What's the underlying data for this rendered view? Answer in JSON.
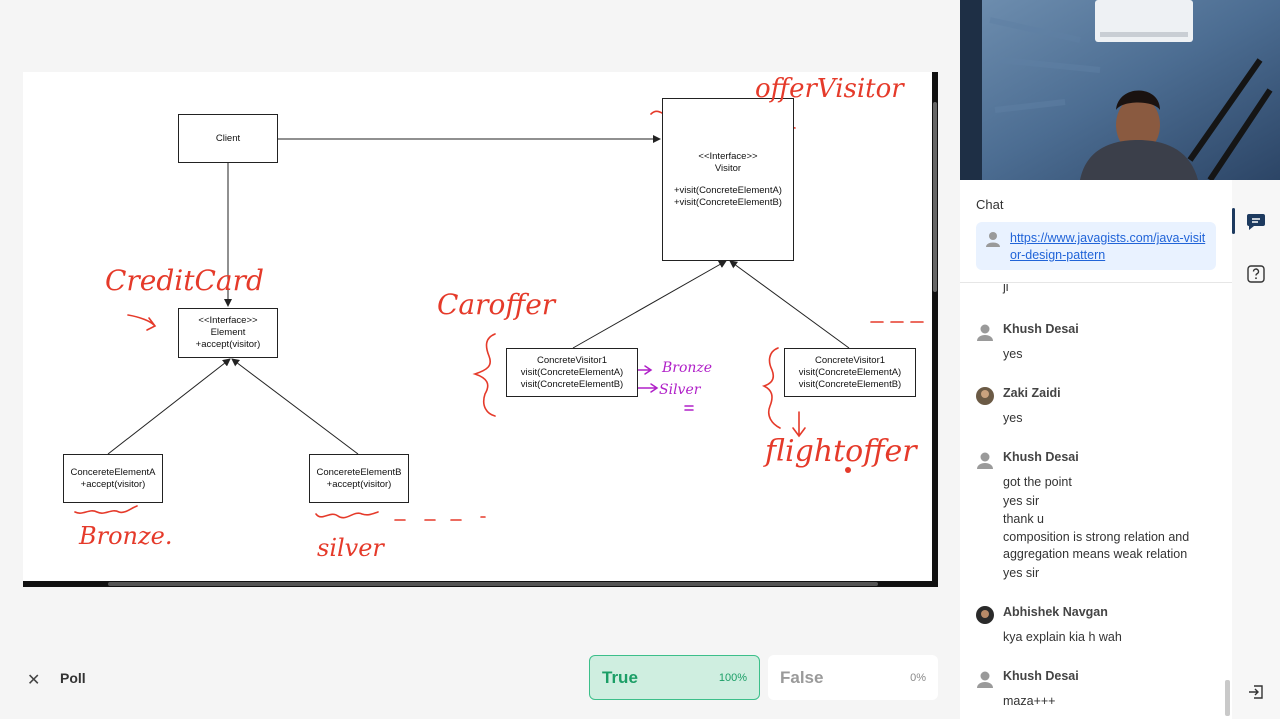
{
  "board": {
    "diagram": {
      "client": "Client",
      "visitor_interface": [
        "<<Interface>>",
        "Visitor",
        "",
        "+visit(ConcreteElementA)",
        "+visit(ConcreteElementB)"
      ],
      "element_interface": [
        "<<Interface>>",
        "Element",
        "+accept(visitor)"
      ],
      "element_a": [
        "ConcereteElementA",
        "+accept(visitor)"
      ],
      "element_b": [
        "ConcereteElementB",
        "+accept(visitor)"
      ],
      "visitor_1a": [
        "ConcreteVisitor1",
        "visit(ConcreteElementA)",
        "visit(ConcreteElementB)"
      ],
      "visitor_1b": [
        "ConcreteVisitor1",
        "visit(ConcreteElementA)",
        "visit(ConcreteElementB)"
      ]
    },
    "annotations": {
      "offer_visitor": "offerVisitor",
      "credit_card": "CreditCard",
      "car_offer": "Caroffer",
      "flight_offer": "flightoffer",
      "bronze": "Bronze.",
      "silver": "silver",
      "bronze_purple": "Bronze",
      "silver_purple": "Silver"
    }
  },
  "poll": {
    "label": "Poll",
    "close_icon": "✕",
    "options": [
      {
        "name": "True",
        "percent": "100%"
      },
      {
        "name": "False",
        "percent": "0%"
      }
    ]
  },
  "chat": {
    "title": "Chat",
    "pinned_link": "https://www.javagists.com/java-visitor-design-pattern",
    "cut_off_message": "ji",
    "messages": [
      {
        "user": "Khush Desai",
        "lines": [
          "yes"
        ]
      },
      {
        "user": "Zaki Zaidi",
        "lines": [
          "yes"
        ]
      },
      {
        "user": "Khush Desai",
        "lines": [
          "got the point",
          "yes sir",
          "thank u",
          "composition is strong relation and aggregation means weak relation",
          "yes sir"
        ]
      },
      {
        "user": "Abhishek Navgan",
        "lines": [
          "kya explain kia h wah"
        ]
      },
      {
        "user": "Khush Desai",
        "lines": [
          "maza+++"
        ]
      }
    ]
  },
  "colors": {
    "ink_red": "#e53a2a",
    "ink_purple": "#b020c8",
    "poll_true_bg": "#cfeee0",
    "poll_true_text": "#1b9e66",
    "link": "#2164d8"
  }
}
